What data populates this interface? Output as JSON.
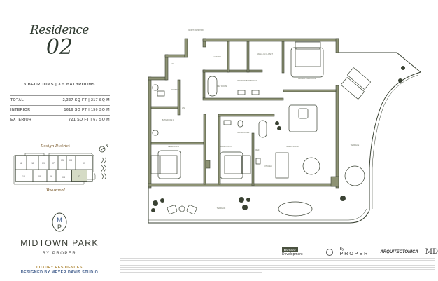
{
  "residence": {
    "title": "Residence",
    "number": "02"
  },
  "summary": "3 BEDROOMS | 3.5 BATHROOMS",
  "areas": [
    {
      "label": "TOTAL",
      "value": "2,337 SQ FT  |  217 SQ M"
    },
    {
      "label": "INTERIOR",
      "value": "1616 SQ FT  |  150 SQ M"
    },
    {
      "label": "EXTERIOR",
      "value": "721 SQ FT  |  67 SQ M"
    }
  ],
  "key_plan": {
    "north_label": "N",
    "top_street": "Design District",
    "bottom_street": "Wynwood",
    "top_units": [
      "12",
      "11",
      "09",
      "07",
      "05",
      "03",
      "01"
    ],
    "bottom_units": [
      "10",
      "08",
      "06",
      "04",
      "02"
    ],
    "highlighted_unit": "02",
    "highlight_color": "#d5dbc5"
  },
  "brand": {
    "logo_letters": "MP",
    "name": "MIDTOWN PARK",
    "by": "BY PROPER",
    "tagline1": "LUXURY RESIDENCES",
    "tagline2": "DESIGNED BY MEYER DAVIS STUDIO"
  },
  "partners": {
    "developer_badge": "ROSSO",
    "developer_text": "Development",
    "proper": "PROPER",
    "proper_prefix": "By",
    "architect": "ARQUITECTONICA",
    "studio": "MD"
  },
  "rooms": {
    "entry": "FRONT ENTRYWAY",
    "laundry": "LAUNDRY",
    "closet": "WALK-IN CLOSET",
    "primary_bath": "PRIMARY BATHROOM",
    "wet_room": "WET ROOM",
    "powder": "POWDER",
    "ac": "A/C",
    "lin": "LIN",
    "bath3": "BATHROOM 3",
    "bath2": "BATHROOM 2",
    "bed3": "BEDROOM 3",
    "bed2": "BEDROOM 2",
    "ref": "REF",
    "kitchen": "KITCHEN",
    "great_room": "GREAT ROOM",
    "primary_bed": "PRIMARY BEDROOM",
    "terrace": "TERRACE"
  },
  "colors": {
    "wall": "#8d9274",
    "wall_outline": "#3a4233",
    "accent_gold": "#b08a3c",
    "accent_blue": "#3d5a8a"
  }
}
